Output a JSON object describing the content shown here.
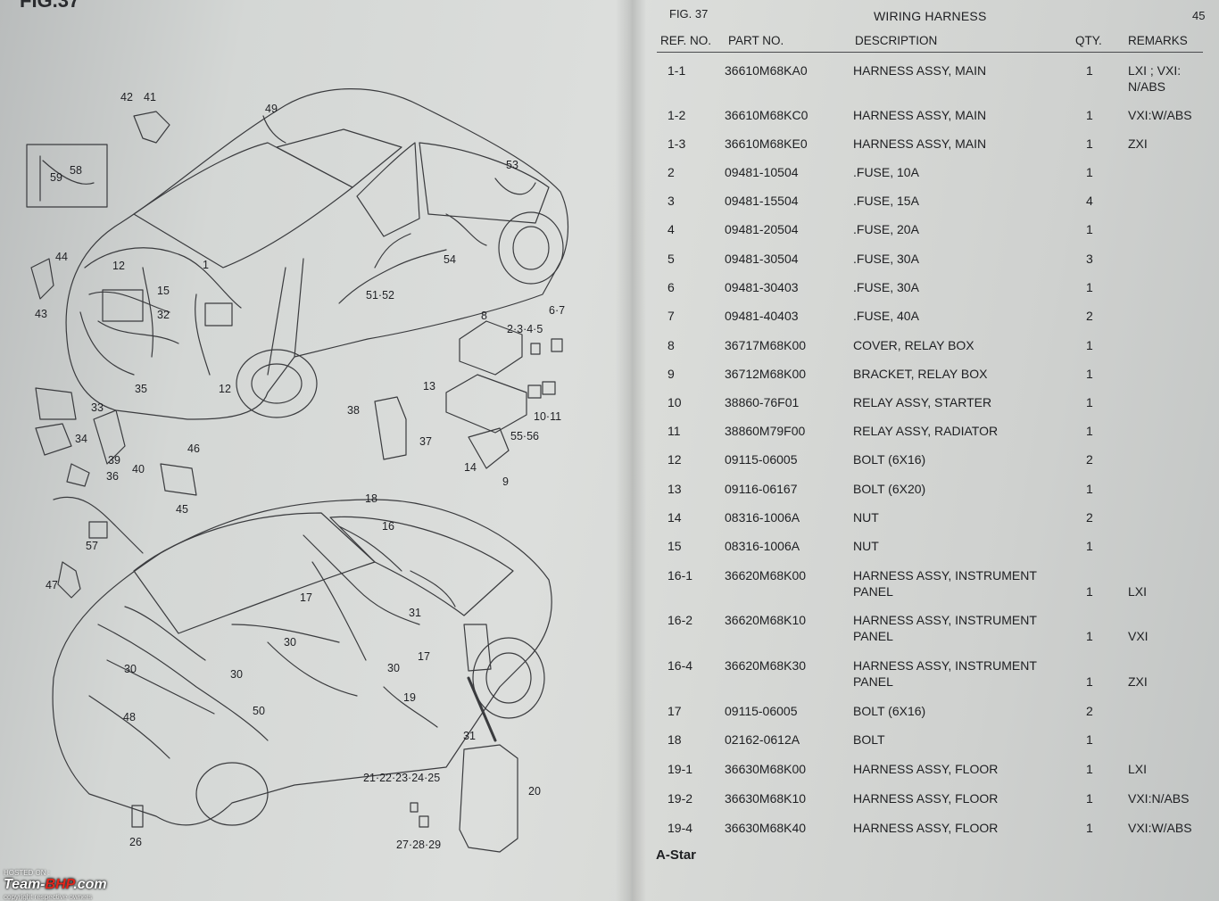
{
  "left_page": {
    "fig_heading": "FIG.37",
    "callouts": [
      "42",
      "41",
      "49",
      "59",
      "58",
      "53",
      "44",
      "12",
      "15",
      "1",
      "43",
      "32",
      "54",
      "51·52",
      "8",
      "6·7",
      "2·3·4·5",
      "35",
      "12",
      "33",
      "13",
      "34",
      "38",
      "10·11",
      "39",
      "40",
      "46",
      "55·56",
      "37",
      "36",
      "14",
      "9",
      "45",
      "18",
      "16",
      "57",
      "47",
      "17",
      "31",
      "30",
      "17",
      "30",
      "30",
      "30",
      "19",
      "50",
      "48",
      "31",
      "21·22·23·24·25",
      "20",
      "26",
      "27·28·29"
    ]
  },
  "right_page": {
    "fig_label": "FIG. 37",
    "title": "WIRING HARNESS",
    "page_number": "45",
    "headers": {
      "ref": "REF. NO.",
      "part": "PART NO.",
      "desc": "DESCRIPTION",
      "qty": "QTY.",
      "remarks": "REMARKS"
    },
    "rows": [
      {
        "ref": "1-1",
        "part": "36610M68KA0",
        "desc": "HARNESS ASSY, MAIN",
        "qty": "1",
        "remarks": "LXI ; VXI: N/ABS"
      },
      {
        "ref": "1-2",
        "part": "36610M68KC0",
        "desc": "HARNESS ASSY, MAIN",
        "qty": "1",
        "remarks": "VXI:W/ABS"
      },
      {
        "ref": "1-3",
        "part": "36610M68KE0",
        "desc": "HARNESS ASSY, MAIN",
        "qty": "1",
        "remarks": "ZXI"
      },
      {
        "ref": "2",
        "part": "09481-10504",
        "desc": ".FUSE, 10A",
        "qty": "1",
        "remarks": ""
      },
      {
        "ref": "3",
        "part": "09481-15504",
        "desc": ".FUSE, 15A",
        "qty": "4",
        "remarks": ""
      },
      {
        "ref": "4",
        "part": "09481-20504",
        "desc": ".FUSE, 20A",
        "qty": "1",
        "remarks": ""
      },
      {
        "ref": "5",
        "part": "09481-30504",
        "desc": ".FUSE, 30A",
        "qty": "3",
        "remarks": ""
      },
      {
        "ref": "6",
        "part": "09481-30403",
        "desc": ".FUSE, 30A",
        "qty": "1",
        "remarks": ""
      },
      {
        "ref": "7",
        "part": "09481-40403",
        "desc": ".FUSE, 40A",
        "qty": "2",
        "remarks": ""
      },
      {
        "ref": "8",
        "part": "36717M68K00",
        "desc": "COVER, RELAY BOX",
        "qty": "1",
        "remarks": ""
      },
      {
        "ref": "9",
        "part": "36712M68K00",
        "desc": "BRACKET, RELAY BOX",
        "qty": "1",
        "remarks": ""
      },
      {
        "ref": "10",
        "part": "38860-76F01",
        "desc": "RELAY ASSY, STARTER",
        "qty": "1",
        "remarks": ""
      },
      {
        "ref": "11",
        "part": "38860M79F00",
        "desc": "RELAY ASSY, RADIATOR",
        "qty": "1",
        "remarks": ""
      },
      {
        "ref": "12",
        "part": "09115-06005",
        "desc": "BOLT (6X16)",
        "qty": "2",
        "remarks": ""
      },
      {
        "ref": "13",
        "part": "09116-06167",
        "desc": "BOLT (6X20)",
        "qty": "1",
        "remarks": ""
      },
      {
        "ref": "14",
        "part": "08316-1006A",
        "desc": "NUT",
        "qty": "2",
        "remarks": ""
      },
      {
        "ref": "15",
        "part": "08316-1006A",
        "desc": "NUT",
        "qty": "1",
        "remarks": ""
      },
      {
        "ref": "16-1",
        "part": "36620M68K00",
        "desc": "HARNESS ASSY, INSTRUMENT PANEL",
        "qty": "1",
        "remarks": "LXI"
      },
      {
        "ref": "16-2",
        "part": "36620M68K10",
        "desc": "HARNESS ASSY, INSTRUMENT PANEL",
        "qty": "1",
        "remarks": "VXI"
      },
      {
        "ref": "16-4",
        "part": "36620M68K30",
        "desc": "HARNESS ASSY, INSTRUMENT PANEL",
        "qty": "1",
        "remarks": "ZXI"
      },
      {
        "ref": "17",
        "part": "09115-06005",
        "desc": "BOLT (6X16)",
        "qty": "2",
        "remarks": ""
      },
      {
        "ref": "18",
        "part": "02162-0612A",
        "desc": "BOLT",
        "qty": "1",
        "remarks": ""
      },
      {
        "ref": "19-1",
        "part": "36630M68K00",
        "desc": "HARNESS ASSY, FLOOR",
        "qty": "1",
        "remarks": "LXI"
      },
      {
        "ref": "19-2",
        "part": "36630M68K10",
        "desc": "HARNESS ASSY, FLOOR",
        "qty": "1",
        "remarks": "VXI:N/ABS"
      },
      {
        "ref": "19-4",
        "part": "36630M68K40",
        "desc": "HARNESS ASSY, FLOOR",
        "qty": "1",
        "remarks": "VXI:W/ABS"
      }
    ],
    "footer": "A-Star"
  },
  "watermark": {
    "hosted": "HOSTED ON :",
    "logo_main": "Team-",
    "logo_accent": "BHP",
    "logo_tail": ".com",
    "sub": "copyright respective owners"
  }
}
